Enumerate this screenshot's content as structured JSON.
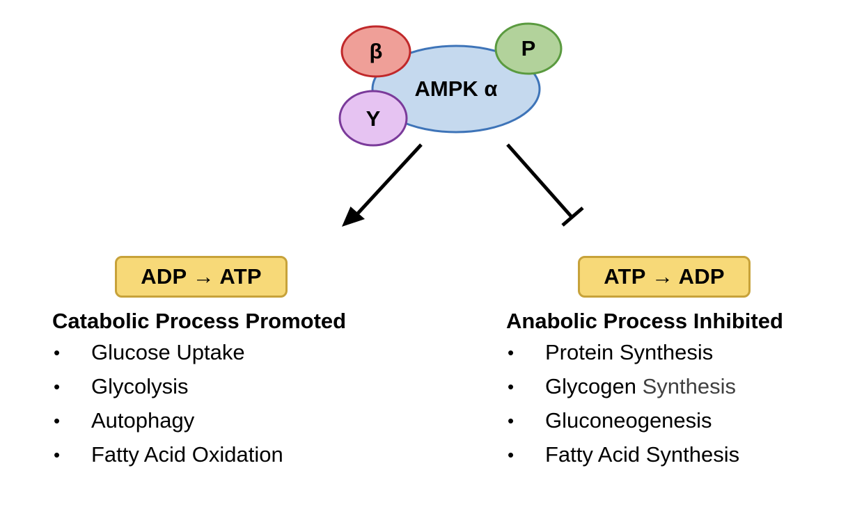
{
  "complex": {
    "center_label": "AMPK α",
    "beta_label": "β",
    "p_label": "P",
    "gamma_label": "Y"
  },
  "colors": {
    "alpha_fill": "#c5d9ee",
    "alpha_stroke": "#3e74b8",
    "beta_fill": "#ef9f98",
    "beta_stroke": "#c0282a",
    "p_fill": "#b2d29b",
    "p_stroke": "#5a9a3f",
    "gamma_fill": "#e6c3f2",
    "gamma_stroke": "#7a3a9a",
    "box_fill": "#f7d978",
    "box_stroke": "#c7a23a"
  },
  "left": {
    "box_label": "ADP → ATP",
    "title": "Catabolic Process Promoted",
    "items": [
      "Glucose Uptake",
      "Glycolysis",
      "Autophagy",
      "Fatty Acid Oxidation"
    ]
  },
  "right": {
    "box_label": "ATP → ADP",
    "title": "Anabolic Process Inhibited",
    "items": [
      {
        "text": "Protein Synthesis",
        "muted": ""
      },
      {
        "text": "Glycogen ",
        "muted": "Synthesis"
      },
      {
        "text": "Gluconeogenesis",
        "muted": ""
      },
      {
        "text": "Fatty Acid Synthesis",
        "muted": ""
      }
    ]
  }
}
